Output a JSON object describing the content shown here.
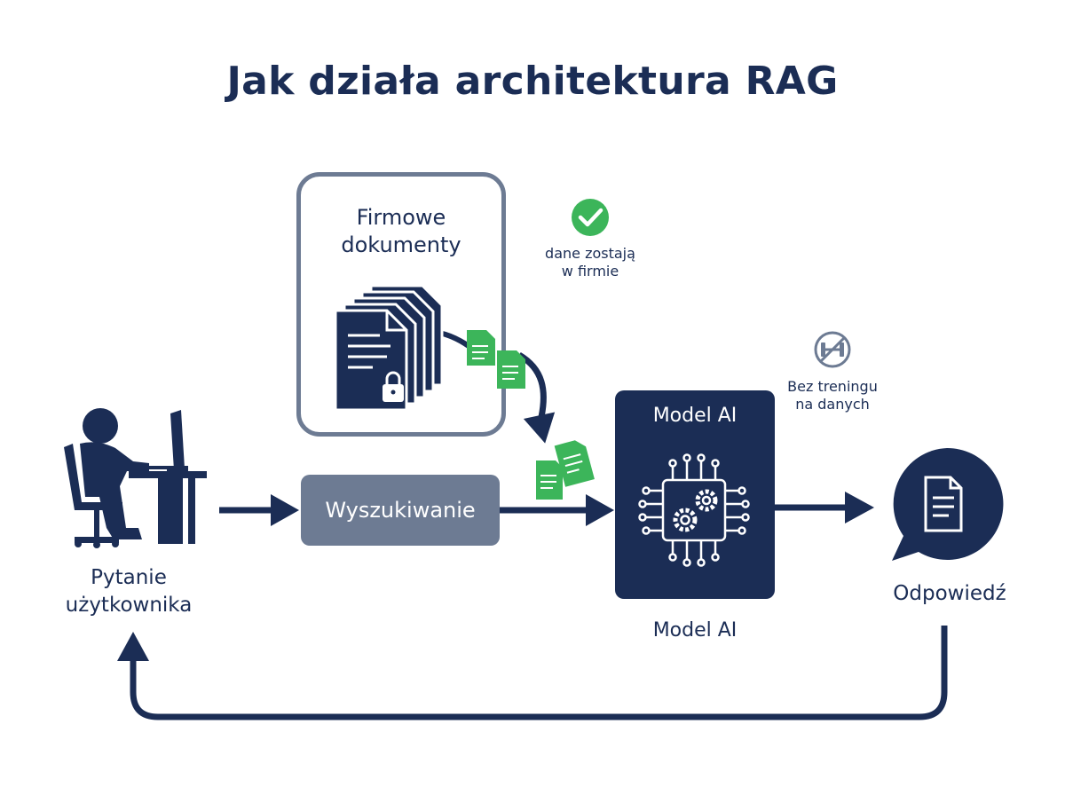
{
  "title": "Jak działa architektura RAG",
  "documents": {
    "label_line1": "Firmowe",
    "label_line2": "dokumenty"
  },
  "data_stays": {
    "icon": "check-circle-icon",
    "text_line1": "dane zostają",
    "text_line2": "w firmie"
  },
  "search": {
    "label": "Wyszukiwanie"
  },
  "model": {
    "inner_label": "Model AI",
    "below_label": "Model AI",
    "icon": "chip-gears-icon"
  },
  "no_training": {
    "icon": "no-training-icon",
    "text_line1": "Bez treningu",
    "text_line2": "na danych"
  },
  "user": {
    "icon": "user-at-desk-icon",
    "label_line1": "Pytanie",
    "label_line2": "użytkownika"
  },
  "answer": {
    "icon": "speech-bubble-document-icon",
    "label": "Odpowiedź"
  },
  "colors": {
    "navy": "#1b2d55",
    "slate": "#6d7b93",
    "green": "#3cb55a",
    "white": "#ffffff"
  }
}
